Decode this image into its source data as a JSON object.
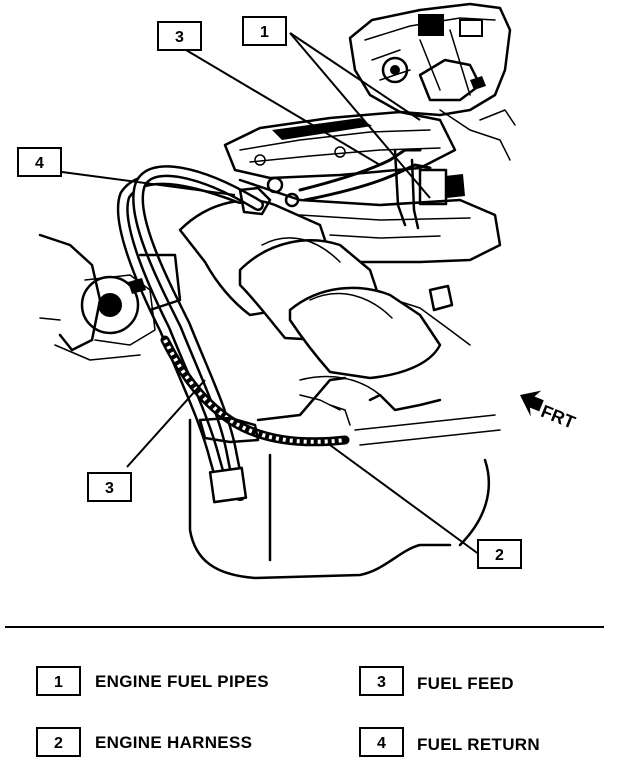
{
  "callouts": [
    {
      "number": "1"
    },
    {
      "number": "2"
    },
    {
      "number": "3"
    },
    {
      "number": "3"
    },
    {
      "number": "4"
    }
  ],
  "direction_label": "FRT",
  "legend": [
    {
      "number": "1",
      "label": "ENGINE FUEL PIPES"
    },
    {
      "number": "2",
      "label": "ENGINE HARNESS"
    },
    {
      "number": "3",
      "label": "FUEL FEED"
    },
    {
      "number": "4",
      "label": "FUEL RETURN"
    }
  ]
}
